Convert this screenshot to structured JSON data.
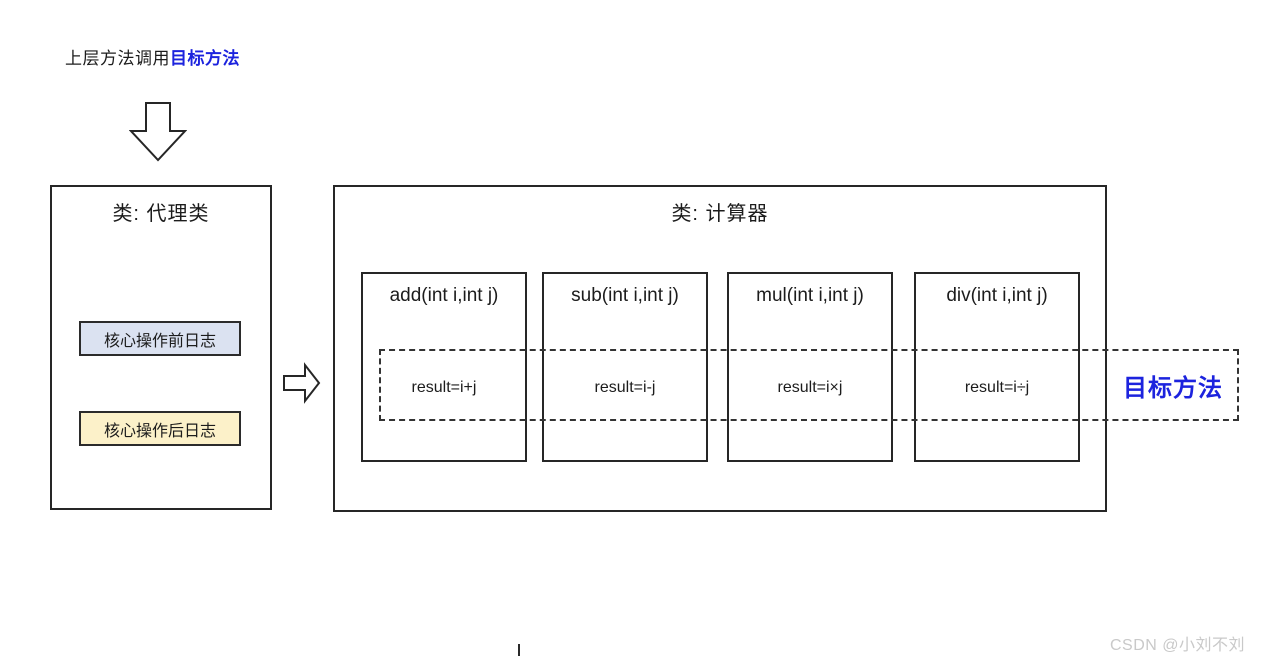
{
  "colors": {
    "accent_blue": "#1c23de",
    "box_border": "#262626",
    "pre_log_bg": "#dbe2f1",
    "post_log_bg": "#fcf1c9",
    "watermark_gray": "#c9c9c9"
  },
  "caption": {
    "prefix": "上层方法调用",
    "highlight": "目标方法"
  },
  "proxy_class": {
    "title": "类: 代理类",
    "pre_log_label": "核心操作前日志",
    "post_log_label": "核心操作后日志"
  },
  "calculator_class": {
    "title": "类: 计算器",
    "methods": [
      {
        "signature": "add(int i,int j)",
        "body": "result=i+j"
      },
      {
        "signature": "sub(int i,int j)",
        "body": "result=i-j"
      },
      {
        "signature": "mul(int i,int j)",
        "body": "result=i×j"
      },
      {
        "signature": "div(int i,int j)",
        "body": "result=i÷j"
      }
    ]
  },
  "target_method_label": "目标方法",
  "watermark": "CSDN @小刘不刘",
  "icons": {
    "down_arrow": "hollow-down-arrow",
    "right_arrow": "hollow-right-arrow"
  }
}
